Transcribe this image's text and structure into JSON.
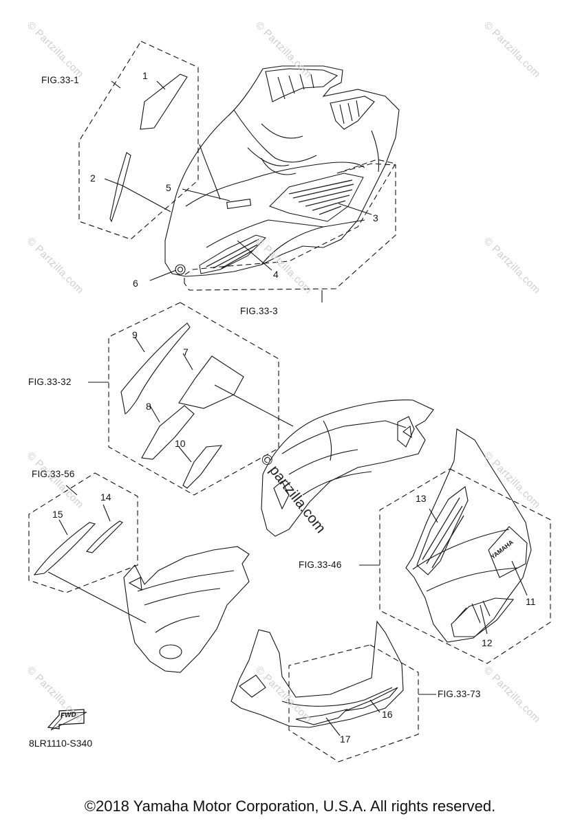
{
  "parts": [
    {
      "id": "part-1",
      "label": "1"
    },
    {
      "id": "part-2",
      "label": "2"
    },
    {
      "id": "part-3",
      "label": "3"
    },
    {
      "id": "part-4",
      "label": "4"
    },
    {
      "id": "part-5",
      "label": "5"
    },
    {
      "id": "part-6",
      "label": "6"
    },
    {
      "id": "part-7",
      "label": "7"
    },
    {
      "id": "part-8",
      "label": "8"
    },
    {
      "id": "part-9",
      "label": "9"
    },
    {
      "id": "part-10",
      "label": "10"
    },
    {
      "id": "part-11",
      "label": "11"
    },
    {
      "id": "part-12",
      "label": "12"
    },
    {
      "id": "part-13",
      "label": "13"
    },
    {
      "id": "part-14",
      "label": "14"
    },
    {
      "id": "part-15",
      "label": "15"
    },
    {
      "id": "part-16",
      "label": "16"
    },
    {
      "id": "part-17",
      "label": "17"
    }
  ],
  "figure_refs": [
    "FIG.33-1",
    "FIG.33-3",
    "FIG.33-32",
    "FIG.33-56",
    "FIG.33-46",
    "FIG.33-73"
  ],
  "fwd_label": "FWD",
  "yamaha_text": "YAMAHA",
  "diagram_code": "8LR1110-S340",
  "watermark_text": "© Partzilla.com",
  "center_watermark": "© partzilla.com",
  "copyright": "©2018 Yamaha Motor Corporation, U.S.A. All rights reserved."
}
